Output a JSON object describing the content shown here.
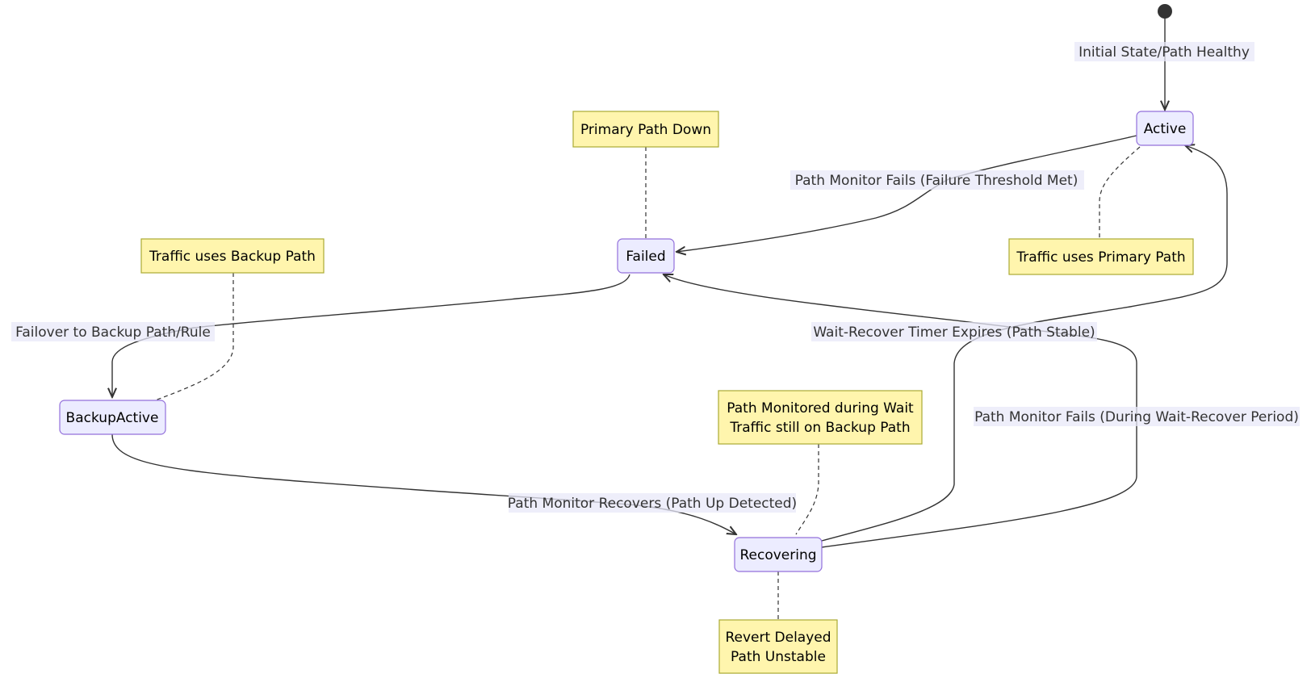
{
  "diagram": {
    "states": {
      "active": "Active",
      "failed": "Failed",
      "backup_active": "BackupActive",
      "recovering": "Recovering"
    },
    "transitions": {
      "initial": "Initial State/Path Healthy",
      "active_to_failed": "Path Monitor Fails (Failure Threshold Met)",
      "failed_to_backup": "Failover to Backup Path/Rule",
      "backup_to_recovering": "Path Monitor Recovers (Path Up Detected)",
      "recovering_to_active": "Wait-Recover Timer Expires (Path Stable)",
      "recovering_to_failed": "Path Monitor Fails (During Wait-Recover Period)"
    },
    "notes": {
      "failed": [
        "Primary Path Down"
      ],
      "active": [
        "Traffic uses Primary Path"
      ],
      "backup_active": [
        "Traffic uses Backup Path"
      ],
      "recovering_wait": [
        "Path Monitored during Wait",
        "Traffic still on Backup Path"
      ],
      "recovering_unstable": [
        "Revert Delayed",
        "Path Unstable"
      ]
    },
    "colors": {
      "state_fill": "#ECECFF",
      "state_border": "#9370DB",
      "note_fill": "#FFF5AD",
      "note_border": "#AAAA33",
      "edge": "#333333"
    }
  }
}
